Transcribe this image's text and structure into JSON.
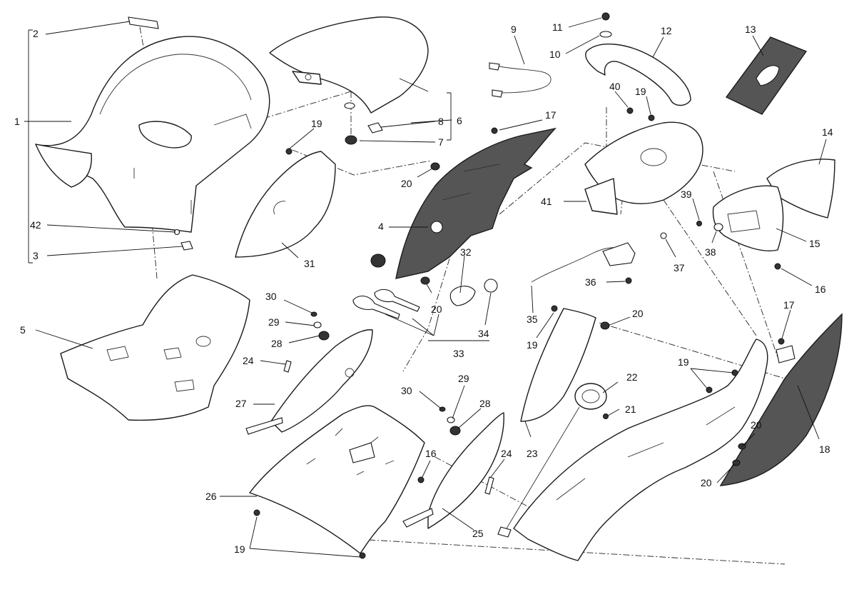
{
  "diagram": {
    "callouts": {
      "c1": "1",
      "c2": "2",
      "c3": "3",
      "c4": "4",
      "c5": "5",
      "c6": "6",
      "c7": "7",
      "c8": "8",
      "c9": "9",
      "c10": "10",
      "c11": "11",
      "c12": "12",
      "c13": "13",
      "c14": "14",
      "c15": "15",
      "c16a": "16",
      "c16b": "16",
      "c17a": "17",
      "c17b": "17",
      "c18": "18",
      "c19a": "19",
      "c19b": "19",
      "c19c": "19",
      "c19d": "19",
      "c19e": "19",
      "c20a": "20",
      "c20b": "20",
      "c20c": "20",
      "c20d": "20",
      "c20e": "20",
      "c21": "21",
      "c22": "22",
      "c23": "23",
      "c24a": "24",
      "c24b": "24",
      "c25": "25",
      "c26": "26",
      "c27": "27",
      "c28a": "28",
      "c28b": "28",
      "c29a": "29",
      "c29b": "29",
      "c30a": "30",
      "c30b": "30",
      "c31": "31",
      "c32": "32",
      "c33": "33",
      "c34": "34",
      "c35": "35",
      "c36": "36",
      "c37": "37",
      "c38": "38",
      "c39": "39",
      "c40": "40",
      "c41": "41",
      "c42": "42"
    },
    "colors": {
      "line": "#1a1a1a",
      "dark_part": "#555555",
      "background": "#ffffff"
    }
  }
}
